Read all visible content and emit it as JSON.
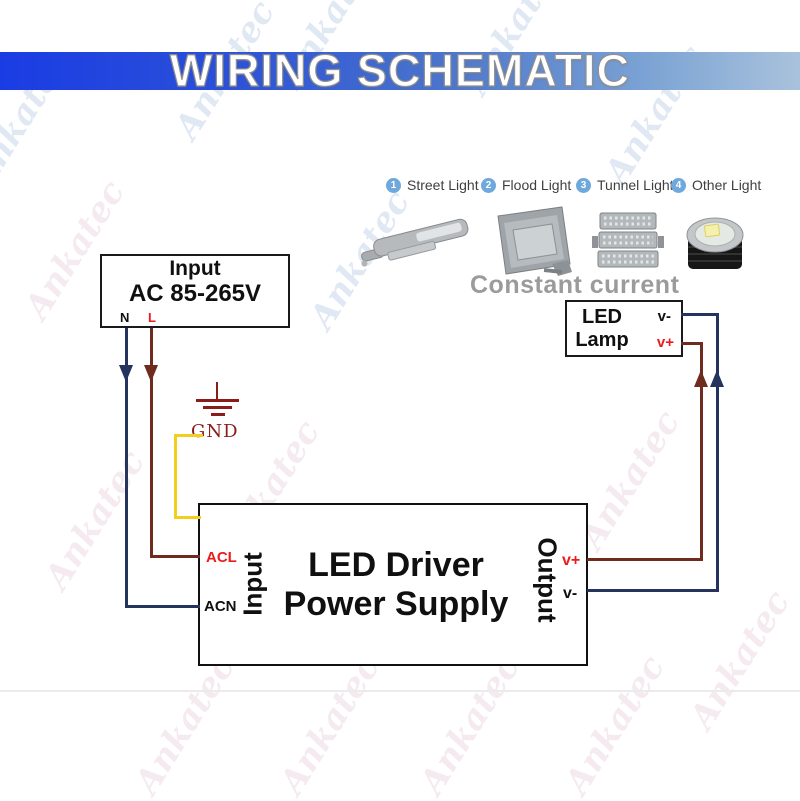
{
  "banner": {
    "title": "WIRING SCHEMATIC"
  },
  "legend": {
    "items": [
      {
        "num": "1",
        "label": "Street Light"
      },
      {
        "num": "2",
        "label": "Flood Light"
      },
      {
        "num": "3",
        "label": "Tunnel Light"
      },
      {
        "num": "4",
        "label": "Other Light"
      }
    ]
  },
  "products_caption": "Constant current",
  "input_box": {
    "title": "Input",
    "voltage": "AC 85-265V",
    "terminal_n": "N",
    "terminal_l": "L"
  },
  "ground": {
    "label": "GND"
  },
  "lamp_box": {
    "title_line1": "LED",
    "title_line2": "Lamp",
    "terminal_vminus": "v-",
    "terminal_vplus": "v+"
  },
  "driver_box": {
    "title_line1": "LED Driver",
    "title_line2": "Power Supply",
    "side_input": "Input",
    "side_output": "Output",
    "terminal_acl": "ACL",
    "terminal_acn": "ACN",
    "terminal_vplus": "v+",
    "terminal_vminus": "v-"
  },
  "watermark": {
    "text": "Ankatec"
  },
  "colors": {
    "banner_gradient_left": "#1a3ce4",
    "banner_gradient_right": "#a9c2dc",
    "wire_live": "#6e2b1e",
    "wire_neutral": "#26335f",
    "wire_ground": "#f2cf1d",
    "terminal_red": "#ea1c1c",
    "ground_maroon": "#8b1c1c",
    "legend_circle_blue": "#6fa8dc",
    "caption_gray": "#9b9b9b"
  }
}
